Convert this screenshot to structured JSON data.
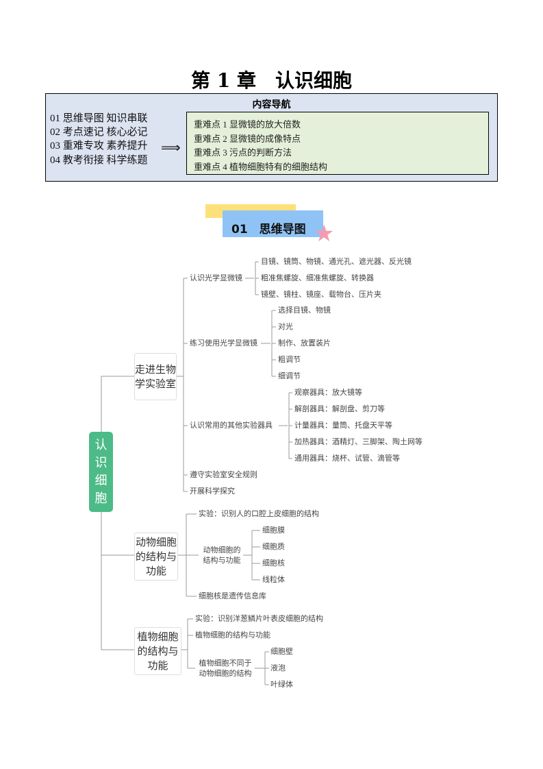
{
  "title": "第 1 章　认识细胞",
  "nav": {
    "heading": "内容导航",
    "items": [
      "01  思维导图  知识串联",
      "02  考点速记  核心必记",
      "03  重难专攻  素养提升",
      "04  教考衔接  科学练题"
    ],
    "arrow": "⟹",
    "key_points": [
      "重难点 1 显微镜的放大倍数",
      "重难点 2 显微镜的成像特点",
      "重难点 3 污点的判断方法",
      "重难点 4 植物细胞特有的细胞结构"
    ]
  },
  "banner": {
    "label": "01　思维导图",
    "star": "★"
  },
  "mindmap": {
    "root": [
      "认",
      "识",
      "细",
      "胞"
    ],
    "b1": {
      "label": "走进生物学实验室",
      "c1": "认识光学显微镜",
      "c1_items": [
        "目镜、镜筒、物镜、通光孔、遮光器、反光镜",
        "粗准焦螺旋、细准焦螺旋、转换器",
        "镜壁、镜柱、镜座、载物台、压片夹"
      ],
      "c2": "练习使用光学显微镜",
      "c2_items": [
        "选择目镜、物镜",
        "对光",
        "制作、放置装片",
        "粗调节",
        "细调节"
      ],
      "c3": "认识常用的其他实验器具",
      "c3_items": [
        "观察器具：放大镜等",
        "解剖器具：解剖盘、剪刀等",
        "计量器具：量筒、托盘天平等",
        "加热器具：酒精灯、三脚架、陶土网等",
        "通用器具：烧杯、试管、滴管等"
      ],
      "c4": "遵守实验室安全规则",
      "c5": "开展科学探究"
    },
    "b2": {
      "label": "动物细胞的结构与功能",
      "c1": "实验：识别人的口腔上皮细胞的结构",
      "c2": "动物细胞的结构与功能",
      "c2_items": [
        "细胞膜",
        "细胞质",
        "细胞核",
        "线粒体"
      ],
      "c3": "细胞核是遗传信息库"
    },
    "b3": {
      "label": "植物细胞的结构与功能",
      "c1": "实验：识别洋葱鳞片叶表皮细胞的结构",
      "c2": "植物细胞的结构与功能",
      "c3": "植物细胞不同于动物细胞的结构",
      "c3_items": [
        "细胞壁",
        "液泡",
        "叶绿体"
      ]
    }
  }
}
